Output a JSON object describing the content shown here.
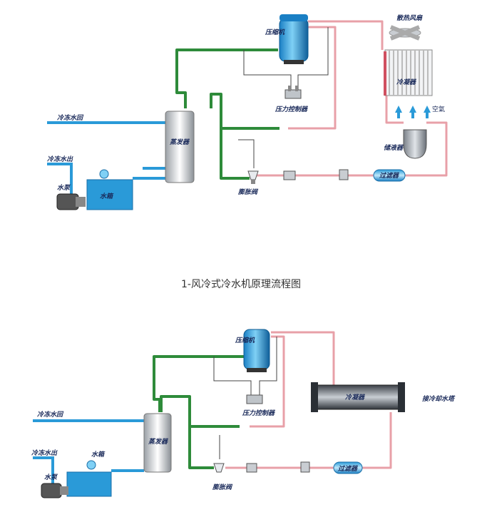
{
  "diagram1": {
    "compressor": "压缩机",
    "fan": "散热风扇",
    "condenser": "冷凝器",
    "air": "空氣",
    "receiver": "储液器",
    "pressure_ctrl": "压力控制器",
    "evaporator": "蒸发器",
    "expansion_valve": "膨胀阀",
    "filter": "过滤器",
    "chilled_return": "冷冻水回",
    "chilled_out": "冷冻水出",
    "pump": "水泵",
    "tank": "水箱"
  },
  "caption": "1-风冷式冷水机原理流程图",
  "diagram2": {
    "compressor": "压缩机",
    "pressure_ctrl": "压力控制器",
    "condenser": "冷凝器",
    "cooling_tower": "接冷却水塔",
    "evaporator": "蒸发器",
    "filter": "过滤器",
    "expansion_valve": "膨胀阀",
    "chilled_return": "冷冻水回",
    "chilled_out": "冷冻水出",
    "tank": "水箱",
    "pump": "水泵"
  }
}
